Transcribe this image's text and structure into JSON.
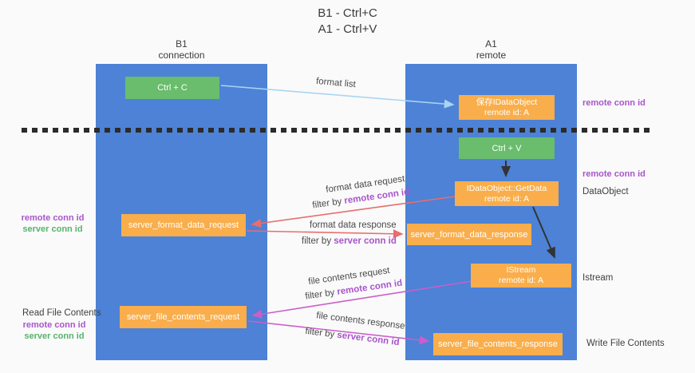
{
  "title": {
    "line1": "B1 - Ctrl+C",
    "line2": "A1 - Ctrl+V"
  },
  "lifelines": {
    "left": {
      "name": "B1",
      "role": "connection"
    },
    "right": {
      "name": "A1",
      "role": "remote"
    }
  },
  "nodes": {
    "ctrl_c": {
      "label": "Ctrl + C"
    },
    "save_dataobject": {
      "line1": "保存IDataObject",
      "line2": "remote id: A"
    },
    "ctrl_v": {
      "label": "Ctrl + V"
    },
    "getdata": {
      "line1": "IDataObject::GetData",
      "line2": "remote id: A"
    },
    "format_request": {
      "label": "server_format_data_request"
    },
    "format_response": {
      "label": "server_format_data_response"
    },
    "istream": {
      "line1": "IStream",
      "line2": "remote id: A"
    },
    "file_request": {
      "label": "server_file_contents_request"
    },
    "file_response": {
      "label": "server_file_contents_response"
    }
  },
  "flow_labels": {
    "format_list": "format list",
    "format_data_request": "format data request",
    "format_data_response": "format data response",
    "file_contents_request": "file contents request",
    "file_contents_response": "file contents response",
    "filter_prefix": "filter by",
    "remote_conn_id": "remote conn id",
    "server_conn_id": "server conn id"
  },
  "side_labels": {
    "remote_conn_id": "remote conn id",
    "server_conn_id": "server conn id",
    "dataobject": "DataObject",
    "istream": "Istream",
    "read_file_contents": "Read File Contents",
    "write_file_contents": "Write File Contents"
  },
  "colors": {
    "lifeline_blue": "#4d82d6",
    "box_orange": "#f9ae4b",
    "box_green": "#69bd6d",
    "arrow_lightblue": "#a8d4f2",
    "arrow_red": "#e96d6d",
    "arrow_magenta": "#c95fc9",
    "arrow_black": "#333333",
    "text_purple": "#a855cc",
    "text_green": "#57b36b",
    "dashed_line": "#2b2b2b"
  }
}
